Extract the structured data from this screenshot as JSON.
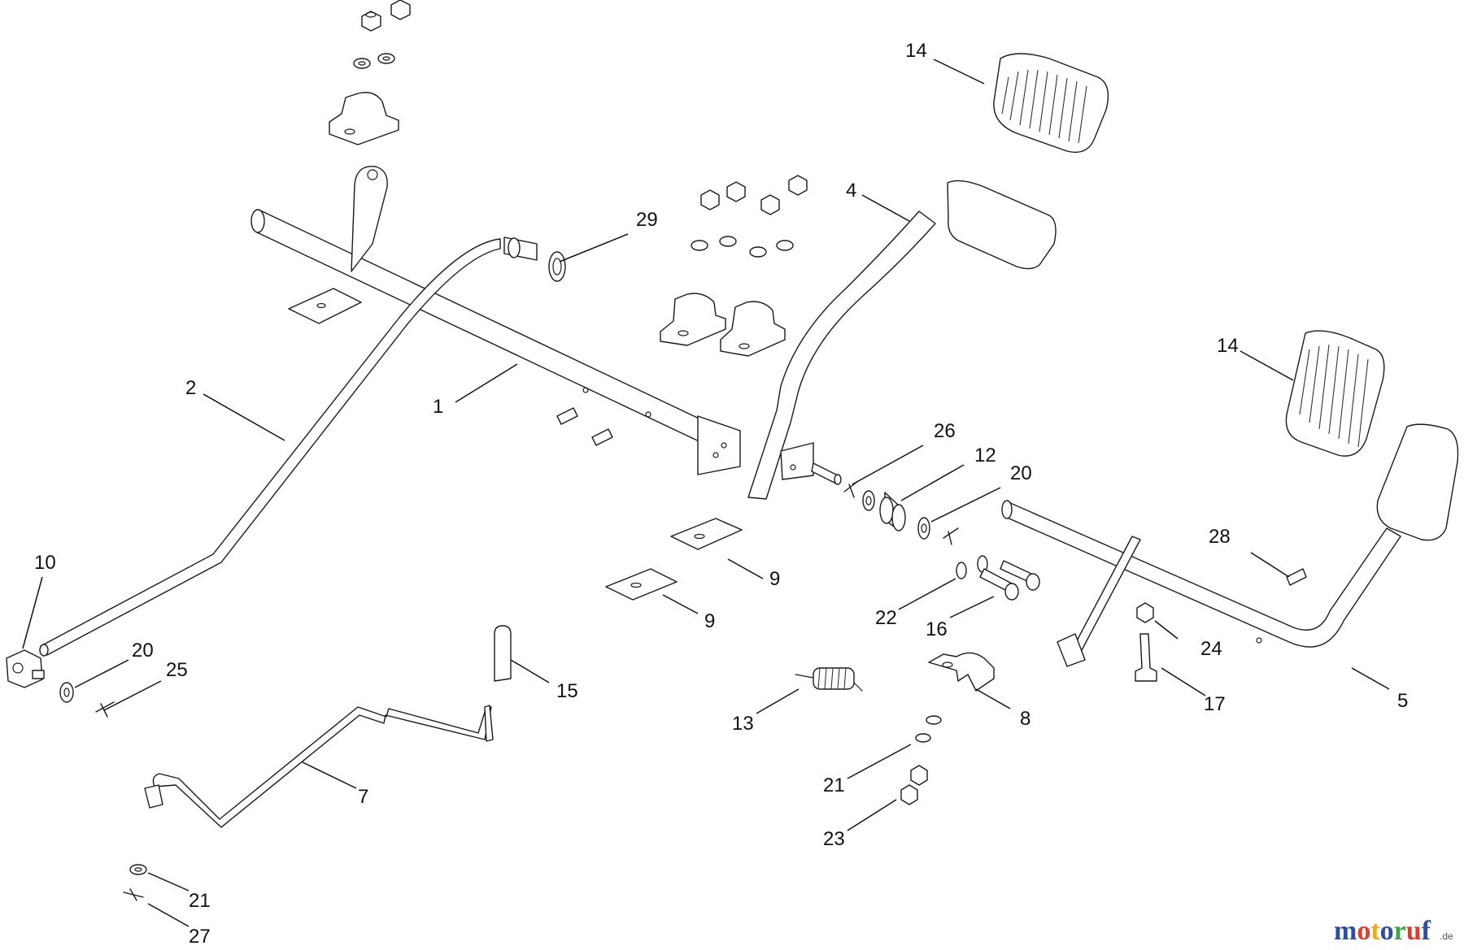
{
  "watermark": {
    "letters": [
      {
        "ch": "m",
        "color": "#2d4fa3"
      },
      {
        "ch": "o",
        "color": "#e23b2e"
      },
      {
        "ch": "t",
        "color": "#f2a81d"
      },
      {
        "ch": "o",
        "color": "#2d4fa3"
      },
      {
        "ch": "r",
        "color": "#3aa64a"
      },
      {
        "ch": "u",
        "color": "#e23b2e"
      },
      {
        "ch": "f",
        "color": "#2d4fa3"
      }
    ],
    "suffix": ".de"
  },
  "callouts": [
    {
      "id": "1",
      "text": "1"
    },
    {
      "id": "2",
      "text": "2"
    },
    {
      "id": "4",
      "text": "4"
    },
    {
      "id": "5",
      "text": "5"
    },
    {
      "id": "7",
      "text": "7"
    },
    {
      "id": "8",
      "text": "8"
    },
    {
      "id": "9a",
      "text": "9"
    },
    {
      "id": "9b",
      "text": "9"
    },
    {
      "id": "10",
      "text": "10"
    },
    {
      "id": "12",
      "text": "12"
    },
    {
      "id": "13",
      "text": "13"
    },
    {
      "id": "14a",
      "text": "14"
    },
    {
      "id": "14b",
      "text": "14"
    },
    {
      "id": "15",
      "text": "15"
    },
    {
      "id": "16",
      "text": "16"
    },
    {
      "id": "17",
      "text": "17"
    },
    {
      "id": "20a",
      "text": "20"
    },
    {
      "id": "20b",
      "text": "20"
    },
    {
      "id": "21a",
      "text": "21"
    },
    {
      "id": "21b",
      "text": "21"
    },
    {
      "id": "22",
      "text": "22"
    },
    {
      "id": "23",
      "text": "23"
    },
    {
      "id": "24",
      "text": "24"
    },
    {
      "id": "25",
      "text": "25"
    },
    {
      "id": "26",
      "text": "26"
    },
    {
      "id": "27",
      "text": "27"
    },
    {
      "id": "28",
      "text": "28"
    },
    {
      "id": "29",
      "text": "29"
    }
  ]
}
